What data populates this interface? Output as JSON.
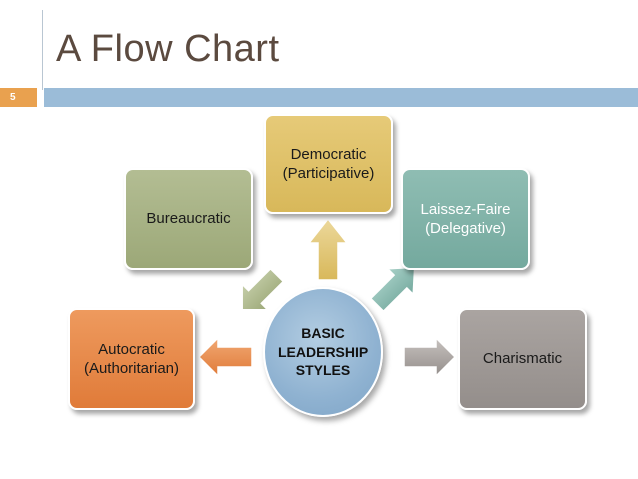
{
  "slide": {
    "title": "A Flow Chart",
    "page_number": "5"
  },
  "diagram": {
    "center": {
      "text": "BASIC LEADERSHIP STYLES"
    },
    "nodes": [
      {
        "id": "autocratic",
        "text": "Autocratic (Authoritarian)",
        "color": "#e07b39"
      },
      {
        "id": "bureaucratic",
        "text": "Bureaucratic",
        "color": "#9ca878"
      },
      {
        "id": "democratic",
        "text": "Democratic (Participative)",
        "color": "#d8b85a"
      },
      {
        "id": "laissez-faire",
        "text": "Laissez-Faire (Delegative)",
        "color": "#74a99e"
      },
      {
        "id": "charismatic",
        "text": "Charismatic",
        "color": "#948e8b"
      }
    ]
  },
  "colors": {
    "accent_bar": "#9bbcd8",
    "page_badge": "#e9a14f",
    "title_text": "#5b4a3f",
    "center_fill": "#8fb2d1"
  }
}
